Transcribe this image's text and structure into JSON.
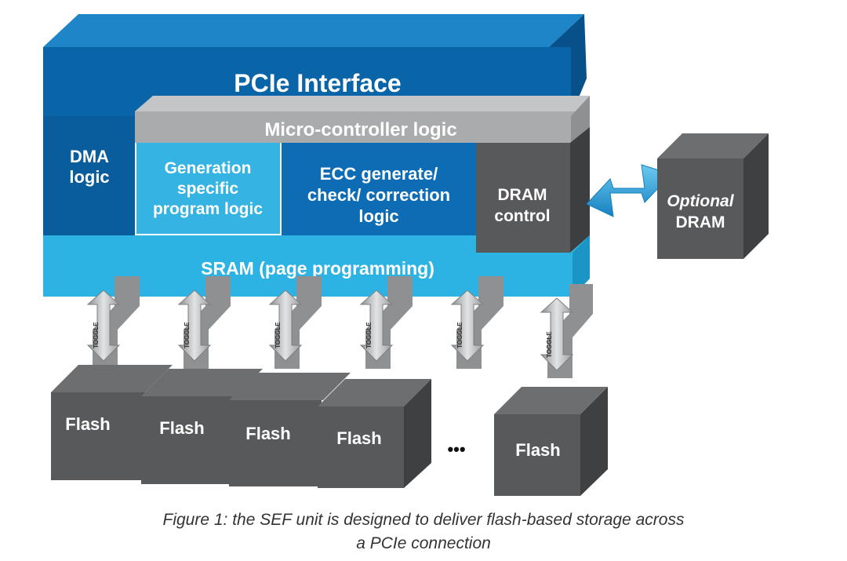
{
  "blocks": {
    "pcie": "PCIe Interface",
    "micro": "Micro-controller logic",
    "dma": [
      "DMA",
      "logic"
    ],
    "gen": [
      "Generation",
      "specific",
      "program logic"
    ],
    "ecc": [
      "ECC generate/",
      "check/ correction",
      "logic"
    ],
    "dram_ctrl": [
      "DRAM",
      "control"
    ],
    "sram": "SRAM (page programming)",
    "optional_dram": [
      "Optional",
      "DRAM"
    ]
  },
  "toggle_label": "TOGGLE",
  "flash_label": "Flash",
  "ellipsis": "•••",
  "caption": [
    "Figure 1: the SEF unit is designed to deliver flash-based storage across",
    "a PCIe connection"
  ],
  "colors": {
    "pcie": "#0a64a8",
    "dma": "#0a5d9c",
    "micro": "#a9abad",
    "gen": "#35b3e3",
    "ecc": "#0d6cb3",
    "dram_ctrl": "#58595b",
    "sram": "#2cb3e3",
    "flash": "#58595b",
    "arrow": "#b0b2b4",
    "link": "#1f9fd8"
  },
  "icons": [
    "toggle-arrow-icon",
    "bidirectional-arrow-icon"
  ]
}
